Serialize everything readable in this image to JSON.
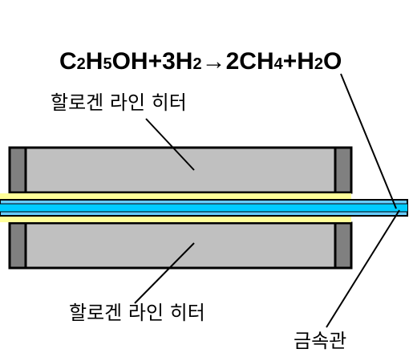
{
  "equation": {
    "parts": [
      {
        "text": "C",
        "sub": false
      },
      {
        "text": "2",
        "sub": true
      },
      {
        "text": "H",
        "sub": false
      },
      {
        "text": "5",
        "sub": true
      },
      {
        "text": "OH+3H",
        "sub": false
      },
      {
        "text": "2",
        "sub": true
      },
      {
        "text": "→2CH",
        "sub": false
      },
      {
        "text": "4",
        "sub": true
      },
      {
        "text": "+H",
        "sub": false
      },
      {
        "text": "2",
        "sub": true
      },
      {
        "text": "O",
        "sub": false
      }
    ]
  },
  "labels": {
    "heater_top": "할로겐 라인 히터",
    "heater_bottom": "할로겐 라인 히터",
    "metal_tube": "금속관"
  },
  "colors": {
    "heater_body": "#c0c0c0",
    "heater_cap": "#808080",
    "outline": "#000000",
    "tube_outer": "#ffff99",
    "tube_inner": "#66ccff",
    "tube_core": "#00ccff"
  }
}
